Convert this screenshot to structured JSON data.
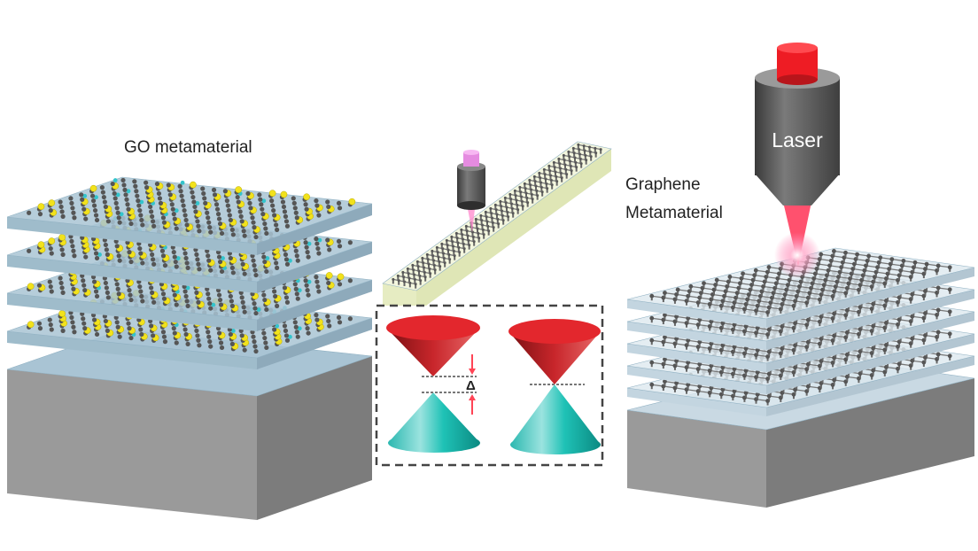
{
  "labels": {
    "go_metamaterial": "GO metamaterial",
    "graphene_line1": "Graphene",
    "graphene_line2": "Metamaterial",
    "laser": "Laser",
    "gap_symbol": "Δ"
  },
  "colors": {
    "layer_fill": "#a9c4d4",
    "base_front": "#8e8e8e",
    "carbon": "#555555",
    "oxygen": "#f2e21c",
    "hydrogen": "#33c4cc",
    "cone_top": "#e3272d",
    "cone_bottom": "#2cc6bd",
    "laser_body": "#5c5c5c",
    "laser_cap": "#ee1c24",
    "beam": "#ff3355"
  }
}
